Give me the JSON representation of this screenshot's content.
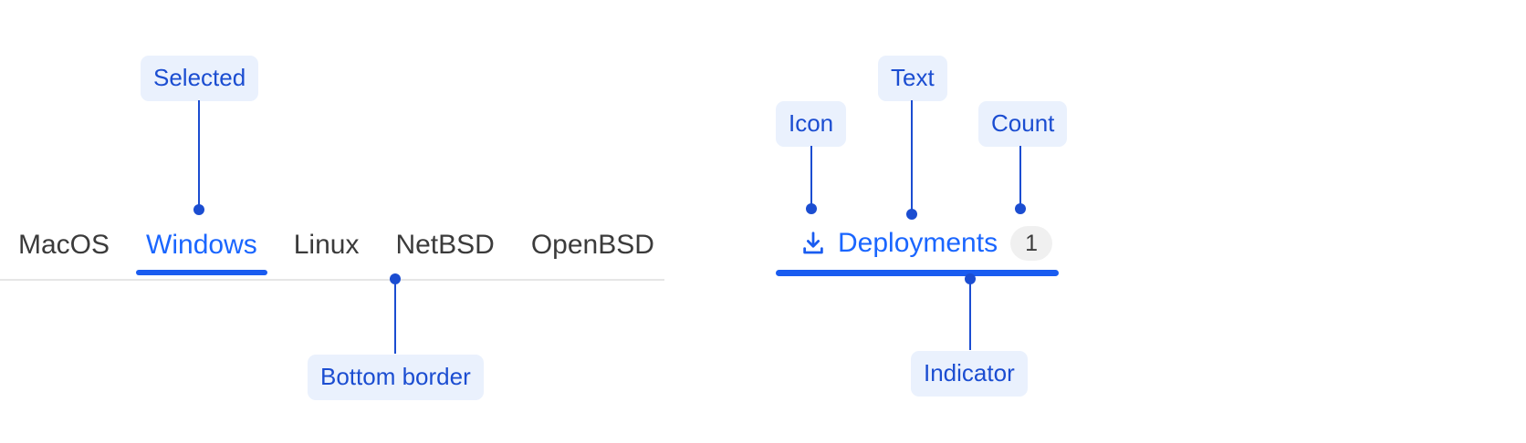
{
  "left_example": {
    "name": "os-tab-bar",
    "tabs": [
      {
        "label": "MacOS",
        "selected": false
      },
      {
        "label": "Windows",
        "selected": true
      },
      {
        "label": "Linux",
        "selected": false
      },
      {
        "label": "NetBSD",
        "selected": false
      },
      {
        "label": "OpenBSD",
        "selected": false
      }
    ],
    "annotations": [
      {
        "id": "selected",
        "label": "Selected"
      },
      {
        "id": "bottom-border",
        "label": "Bottom border"
      }
    ]
  },
  "right_example": {
    "name": "deployments-tab",
    "tab": {
      "icon": "download-icon",
      "label": "Deployments",
      "count": "1",
      "selected": true
    },
    "annotations": [
      {
        "id": "icon",
        "label": "Icon"
      },
      {
        "id": "text",
        "label": "Text"
      },
      {
        "id": "count",
        "label": "Count"
      },
      {
        "id": "indicator",
        "label": "Indicator"
      }
    ]
  },
  "colors": {
    "accent": "#1a5cf0",
    "tab_selected_text": "#1a66ff",
    "tab_text": "#3b3b3b",
    "annotation_bg": "#eaf1fd",
    "annotation_text": "#1b4dd1",
    "baseline": "#e6e6e6",
    "badge_bg": "#f0f0f0",
    "page_bg": "#ffffff"
  }
}
